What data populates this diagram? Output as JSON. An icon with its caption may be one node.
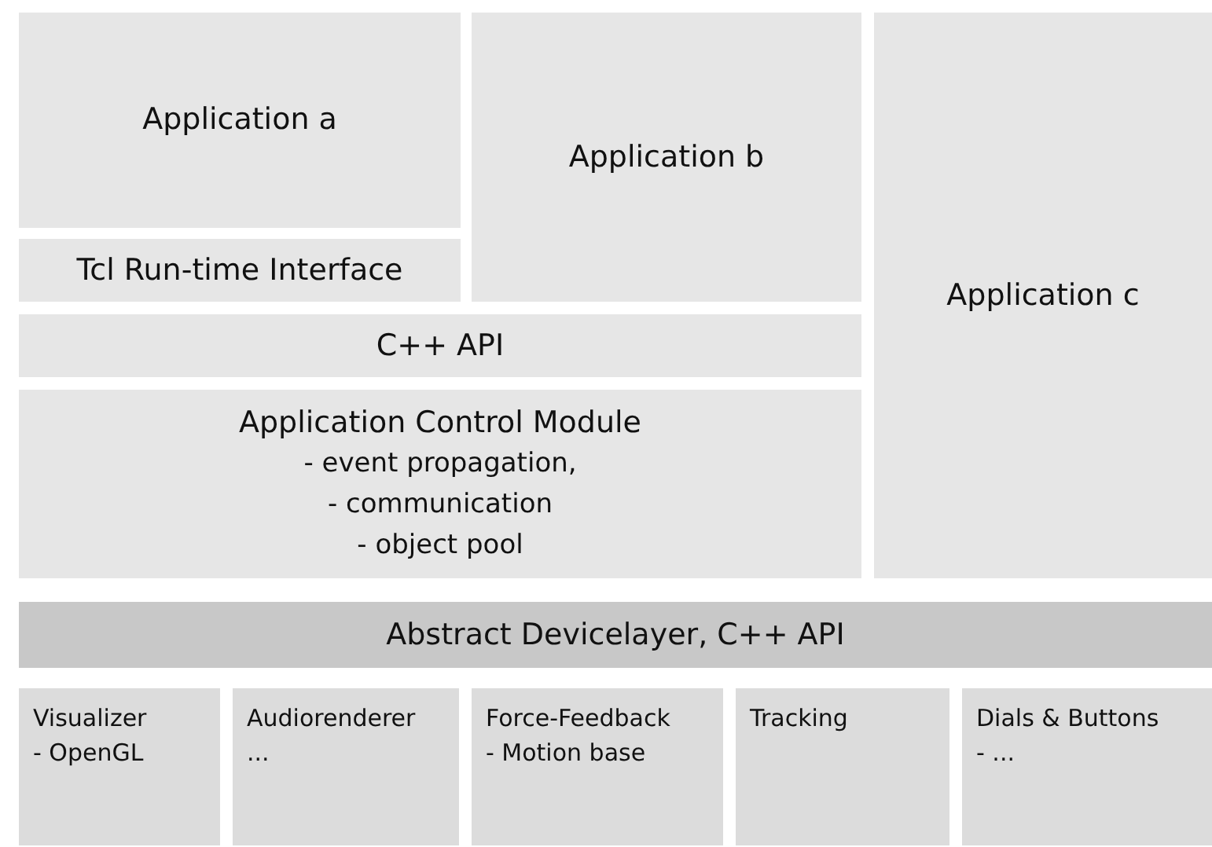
{
  "diagram": {
    "nodes": [
      {
        "text": [
          "Application a"
        ]
      },
      {
        "text": [
          "Tcl Run-time Interface"
        ]
      },
      {
        "text": [
          "Application b"
        ]
      },
      {
        "text": [
          "Application c"
        ]
      },
      {
        "text": [
          "C++ API"
        ]
      },
      {
        "text": [
          "Application Control Module",
          "- event propagation,",
          "- communication",
          "- object pool"
        ]
      },
      {
        "text": [
          "Abstract Devicelayer, C++ API"
        ]
      },
      {
        "text": [
          "Visualizer",
          "- OpenGL"
        ]
      },
      {
        "text": [
          "Audiorenderer",
          "..."
        ]
      },
      {
        "text": [
          "Force-Feedback",
          "- Motion base"
        ]
      },
      {
        "text": [
          "Tracking"
        ]
      },
      {
        "text": [
          "Dials & Buttons",
          "- ..."
        ]
      }
    ]
  }
}
